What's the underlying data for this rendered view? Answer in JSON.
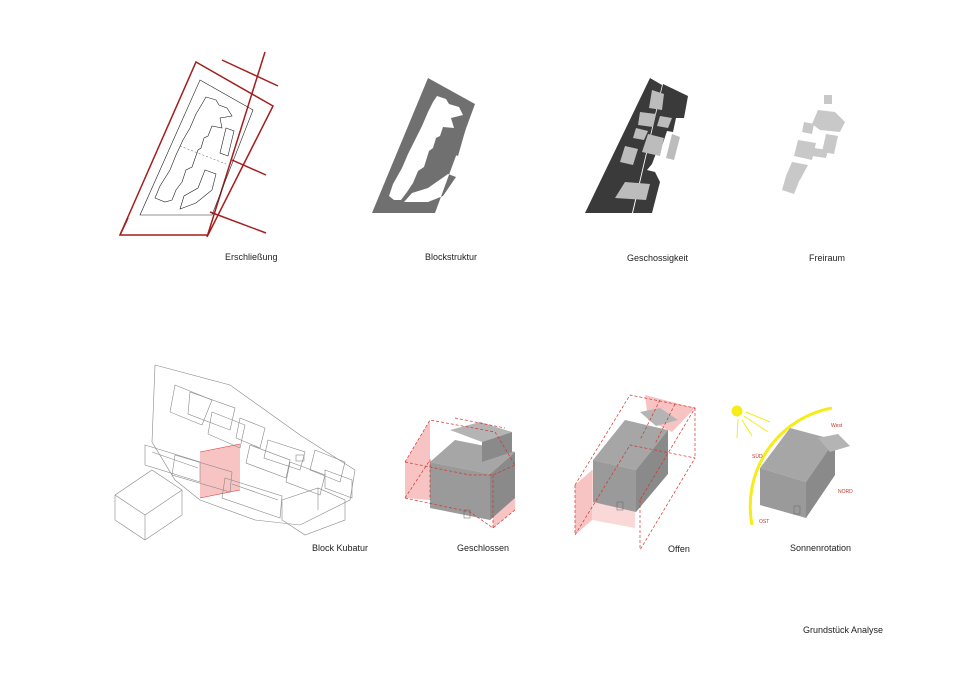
{
  "colors": {
    "road": "#a31d1d",
    "block": "#707070",
    "dark": "#3a3a3a",
    "light": "#bcbcbc",
    "free": "#c8c8c8",
    "pink": "#f6b8b8",
    "redline": "#d9302c",
    "sun": "#f5ec1a"
  },
  "icons": {
    "sun": "sun-icon"
  },
  "diagrams": [
    {
      "caption": "Erschließung"
    },
    {
      "caption": "Blockstruktur"
    },
    {
      "caption": "Geschossigkeit"
    },
    {
      "caption": "Freiraum"
    },
    {
      "caption": "Block Kubatur"
    },
    {
      "caption": "Geschlossen"
    },
    {
      "caption": "Offen"
    },
    {
      "caption": "Sonnenrotation"
    }
  ],
  "sun": {
    "west": "West",
    "sued": "SÜD",
    "nord": "NORD",
    "ost": "OST"
  },
  "sheet_title": "Grundstück Analyse"
}
